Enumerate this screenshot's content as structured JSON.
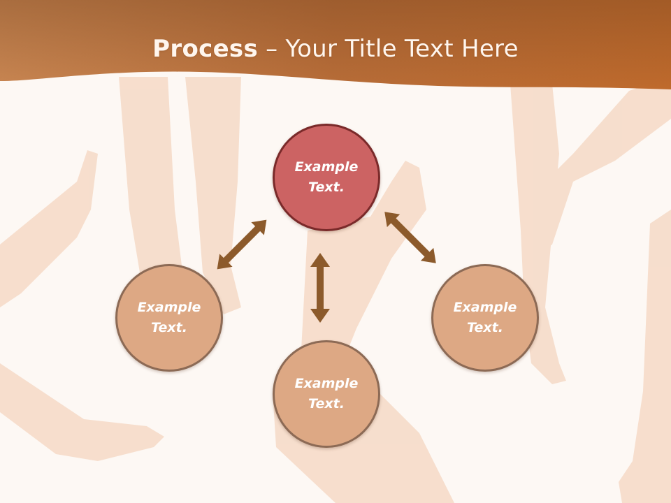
{
  "slide": {
    "title_bold": "Process",
    "title_rest": " – Your Title Text Here"
  },
  "nodes": {
    "top": "Example\nText.",
    "left": "Example\nText.",
    "bottom": "Example\nText.",
    "right": "Example\nText."
  },
  "colors": {
    "header_band": "#b8672f",
    "center_node": "#cc6363",
    "side_node": "#dda884",
    "arrow": "#8c5a2b",
    "background": "#fdf8f4"
  }
}
